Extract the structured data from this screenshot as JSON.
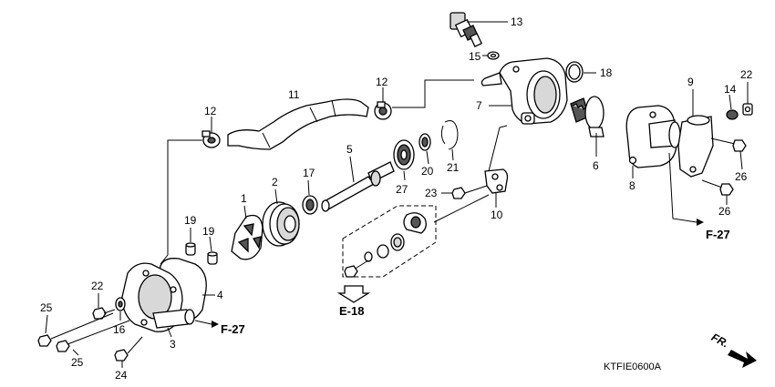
{
  "diagram_code": "KTFIE0600A",
  "references": {
    "f27_left": "F-27",
    "f27_right": "F-27",
    "e18": "E-18"
  },
  "direction_label": "FR.",
  "callouts": [
    {
      "id": "c1",
      "label": "1"
    },
    {
      "id": "c2",
      "label": "2"
    },
    {
      "id": "c3",
      "label": "3"
    },
    {
      "id": "c4",
      "label": "4"
    },
    {
      "id": "c5",
      "label": "5"
    },
    {
      "id": "c6",
      "label": "6"
    },
    {
      "id": "c7",
      "label": "7"
    },
    {
      "id": "c8",
      "label": "8"
    },
    {
      "id": "c9",
      "label": "9"
    },
    {
      "id": "c10",
      "label": "10"
    },
    {
      "id": "c11",
      "label": "11"
    },
    {
      "id": "c12a",
      "label": "12"
    },
    {
      "id": "c12b",
      "label": "12"
    },
    {
      "id": "c13",
      "label": "13"
    },
    {
      "id": "c14",
      "label": "14"
    },
    {
      "id": "c15",
      "label": "15"
    },
    {
      "id": "c16",
      "label": "16"
    },
    {
      "id": "c17",
      "label": "17"
    },
    {
      "id": "c18",
      "label": "18"
    },
    {
      "id": "c19a",
      "label": "19"
    },
    {
      "id": "c19b",
      "label": "19"
    },
    {
      "id": "c20",
      "label": "20"
    },
    {
      "id": "c21",
      "label": "21"
    },
    {
      "id": "c22a",
      "label": "22"
    },
    {
      "id": "c22b",
      "label": "22"
    },
    {
      "id": "c23",
      "label": "23"
    },
    {
      "id": "c24",
      "label": "24"
    },
    {
      "id": "c25a",
      "label": "25"
    },
    {
      "id": "c25b",
      "label": "25"
    },
    {
      "id": "c26a",
      "label": "26"
    },
    {
      "id": "c26b",
      "label": "26"
    },
    {
      "id": "c27",
      "label": "27"
    }
  ]
}
